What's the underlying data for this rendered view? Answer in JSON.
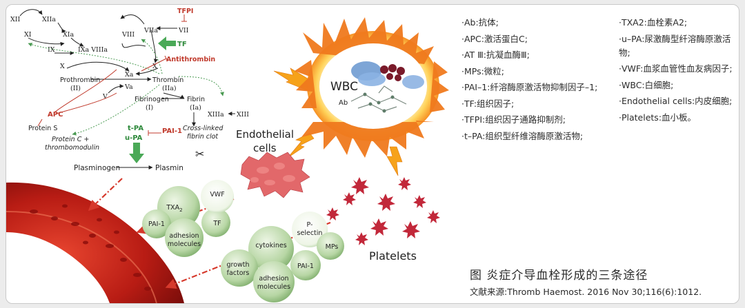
{
  "diagram": {
    "coag": {
      "xii": "XII",
      "xiia": "XIIa",
      "xi": "XI",
      "xia": "XIa",
      "ix": "IX",
      "ixa_viiia": "IXa VIIIa",
      "viii": "VIII",
      "viia": "VIIa",
      "vii": "VII",
      "tf": "TF",
      "tfpi": "TFPI",
      "antithrombin": "Antithrombin",
      "x_left": "X",
      "prothrombin": "Prothrombin",
      "ii": "(II)",
      "xa": "Xa",
      "va": "Va",
      "v": "V",
      "x_right": "X",
      "thrombin": "Thrombin",
      "iia": "(IIa)",
      "fibrinogen": "Fibrinogen",
      "fib_i": "(I)",
      "fibrin": "Fibrin",
      "fib_ia": "(Ia)",
      "xiiia": "XIIIa",
      "xiii": "XIII",
      "crosslinked_1": "Cross-linked",
      "crosslinked_2": "fibrin clot",
      "apc": "APC",
      "protein_s": "Protein S",
      "protein_c_1": "Protein C +",
      "protein_c_2": "thrombomodulin",
      "tpa": "t-PA",
      "upa": "u-PA",
      "pai1": "PAI-1",
      "plasminogen": "Plasminogen",
      "plasmin": "Plasmin"
    },
    "cells": {
      "endothelial_1": "Endothelial",
      "endothelial_2": "cells",
      "wbc": "WBC",
      "ab": "Ab",
      "platelets": "Platelets"
    },
    "bubbles_top": {
      "txa2": "TXA",
      "txa2_sub": "2",
      "vwf": "VWF",
      "pai1": "PAI-1",
      "tf": "TF",
      "adhesion_1": "adhesion",
      "adhesion_2": "molecules"
    },
    "bubbles_bottom": {
      "pselectin_1": "P-",
      "pselectin_2": "selectin",
      "cytokines": "cytokines",
      "mps": "MPs",
      "growth_1": "growth",
      "growth_2": "factors",
      "pai1": "PAI-1",
      "adhesion_1": "adhesion",
      "adhesion_2": "molecules"
    }
  },
  "legend": {
    "left": [
      "·Ab:抗体;",
      "·APC:激活蛋白C;",
      "·AT Ⅲ:抗凝血酶Ⅲ;",
      "·MPs:微粒;",
      "·PAI–1:纤溶酶原激活物抑制因子–1;",
      "·TF:组织因子;",
      "·TFPI:组织因子通路抑制剂;",
      "·t–PA:组织型纤维溶酶原激活物;"
    ],
    "right": [
      "·TXA2:血栓素A2;",
      "·u–PA:尿激酶型纤溶酶原激活物;",
      "·VWF:血浆血管性血友病因子;",
      "·WBC:白细胞;",
      "·Endothelial cells:内皮细胞;",
      "·Platelets:血小板。"
    ]
  },
  "caption": "图  炎症介导血栓形成的三条途径",
  "source": "文献来源:Thromb Haemost. 2016 Nov 30;116(6):1012."
}
